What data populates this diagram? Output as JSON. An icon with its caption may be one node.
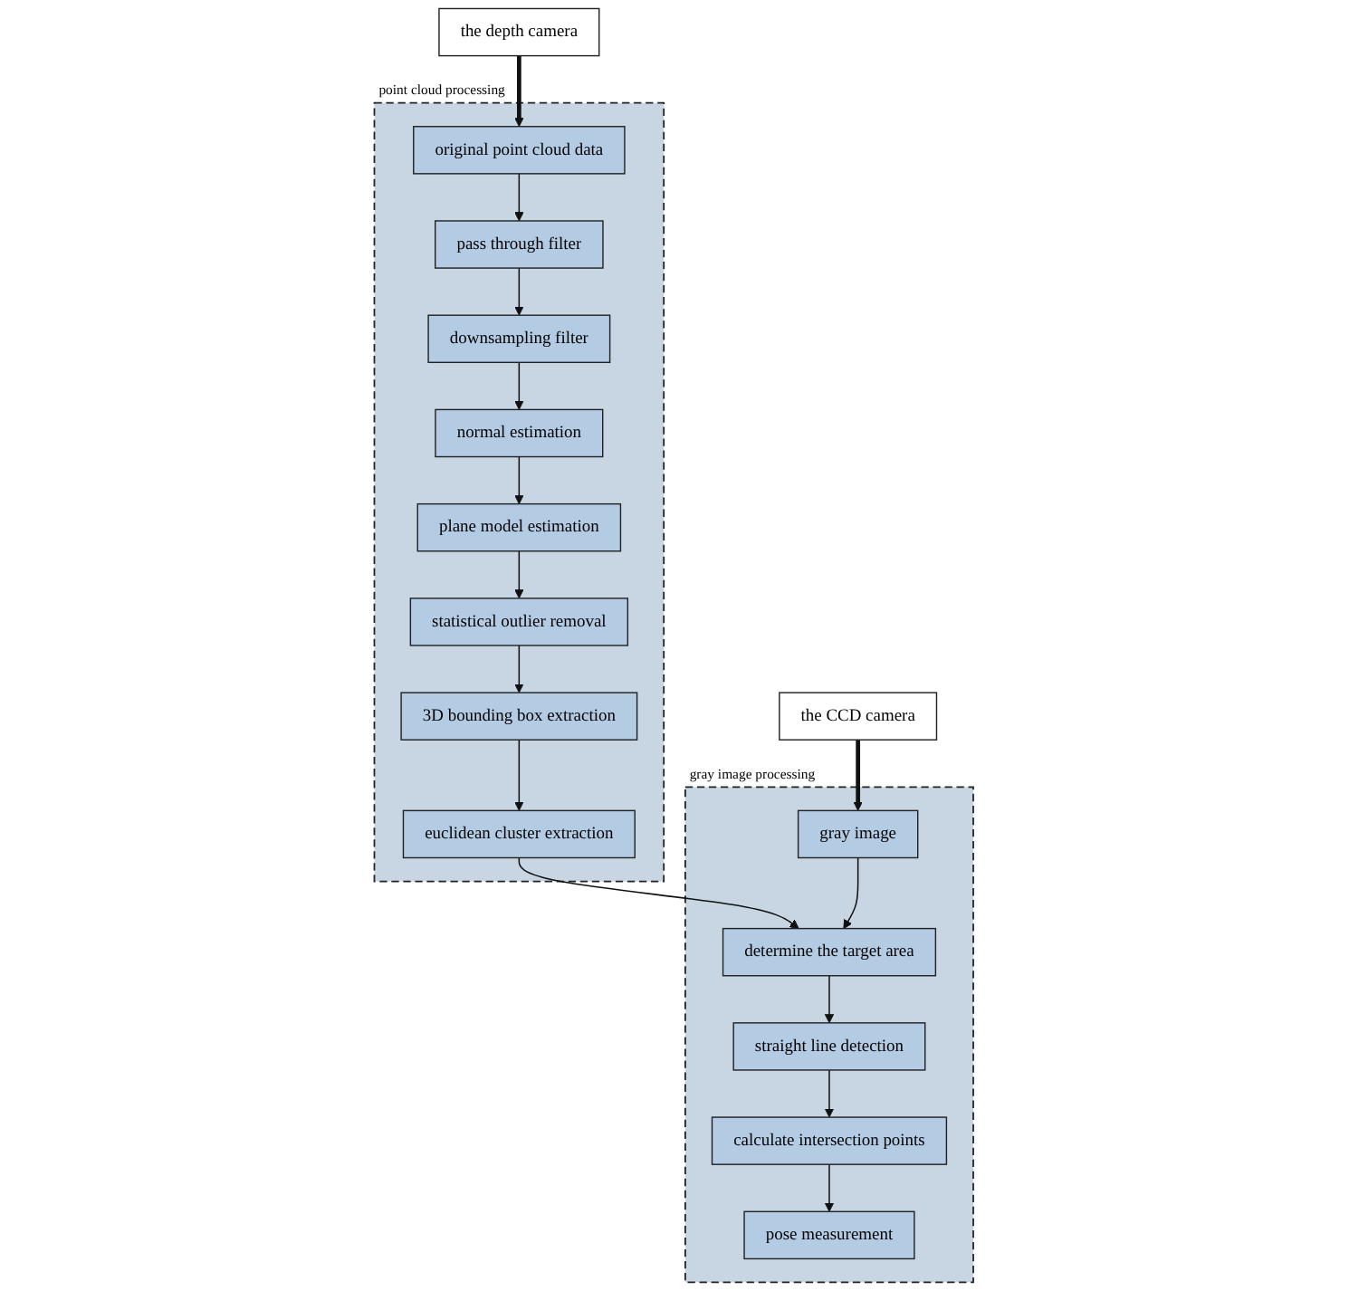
{
  "diagram": {
    "nodes": [
      {
        "text": [
          "point cloud processing"
        ]
      },
      {
        "text": [
          "the depth camera"
        ]
      },
      {
        "text": [
          "original point cloud data"
        ],
        "in": 0
      },
      {
        "text": [
          "pass through filter"
        ],
        "in": 0
      },
      {
        "text": [
          "downsampling filter"
        ],
        "in": 0
      },
      {
        "text": [
          "normal estimation"
        ],
        "in": 0
      },
      {
        "text": [
          "plane model estimation"
        ],
        "in": 0
      },
      {
        "text": [
          "statistical outlier removal"
        ],
        "in": 0
      },
      {
        "text": [
          "3D bounding box extraction"
        ],
        "in": 0
      },
      {
        "text": [
          "euclidean cluster extraction"
        ],
        "in": 0
      },
      {
        "text": [
          "gray image processing"
        ]
      },
      {
        "text": [
          "the CCD camera"
        ]
      },
      {
        "text": [
          "gray image"
        ],
        "in": 10
      },
      {
        "text": [
          "determine the target area"
        ],
        "in": 10
      },
      {
        "text": [
          "straight line detection"
        ],
        "in": 10
      },
      {
        "text": [
          "calculate intersection points"
        ],
        "in": 10
      },
      {
        "text": [
          "pose measurement"
        ],
        "in": 10
      }
    ],
    "edges": [
      {
        "from": 1,
        "to": 2,
        "arrow": "to",
        "style": "thick"
      },
      {
        "from": 2,
        "to": 3,
        "arrow": "to"
      },
      {
        "from": 3,
        "to": 4,
        "arrow": "to"
      },
      {
        "from": 4,
        "to": 5,
        "arrow": "to"
      },
      {
        "from": 5,
        "to": 6,
        "arrow": "to"
      },
      {
        "from": 6,
        "to": 7,
        "arrow": "to"
      },
      {
        "from": 7,
        "to": 8,
        "arrow": "to"
      },
      {
        "from": 8,
        "to": 9,
        "arrow": "to"
      },
      {
        "from": 9,
        "to": 13,
        "arrow": "to"
      },
      {
        "from": 11,
        "to": 12,
        "arrow": "to",
        "style": "thick"
      },
      {
        "from": 12,
        "to": 13,
        "arrow": "to"
      },
      {
        "from": 13,
        "to": 14,
        "arrow": "to"
      },
      {
        "from": 14,
        "to": 15,
        "arrow": "to"
      },
      {
        "from": 15,
        "to": 16,
        "arrow": "to"
      }
    ]
  }
}
